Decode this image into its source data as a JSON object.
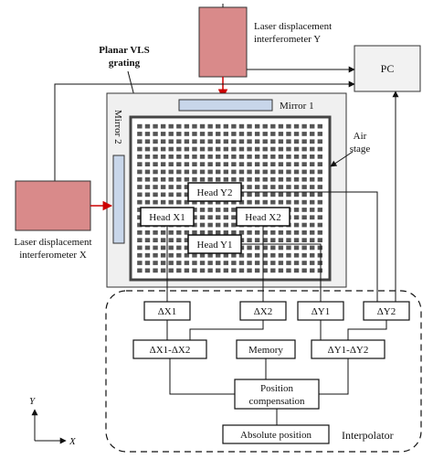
{
  "labels": {
    "laser_y_line1": "Laser displacement",
    "laser_y_line2": "interferometer Y",
    "pc": "PC",
    "planar_line1": "Planar VLS",
    "planar_line2": "grating",
    "mirror1": "Mirror 1",
    "mirror2": "Mirror 2",
    "air_line1": "Air",
    "air_line2": "stage",
    "laser_x_line1": "Laser displacement",
    "laser_x_line2": "interferometer X",
    "head_y2": "Head Y2",
    "head_x1": "Head X1",
    "head_x2": "Head X2",
    "head_y1": "Head Y1",
    "dx1": "ΔX1",
    "dx2": "ΔX2",
    "dy1": "ΔY1",
    "dy2": "ΔY2",
    "dx_diff": "ΔX1-ΔX2",
    "memory": "Memory",
    "dy_diff": "ΔY1-ΔY2",
    "pos_comp_line1": "Position",
    "pos_comp_line2": "compensation",
    "absolute": "Absolute position",
    "interpolator": "Interpolator",
    "axis_y": "Y",
    "axis_x": "X"
  },
  "colors": {
    "laser_fill": "#d98a8a",
    "mirror_fill": "#c8d6ea",
    "stage_fill": "#f0f0f0",
    "grating_fill": "#555555",
    "arrow_red": "#cc0000"
  }
}
